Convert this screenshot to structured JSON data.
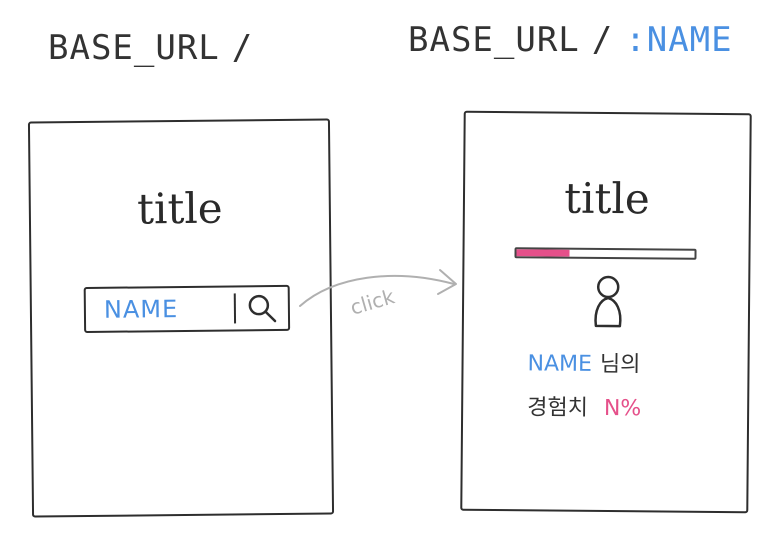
{
  "left_screen": {
    "route": {
      "base": "BASE_URL",
      "slash": "/"
    },
    "title": "title",
    "search": {
      "text": "NAME",
      "icon": "search-icon"
    }
  },
  "transition": {
    "label": "click"
  },
  "right_screen": {
    "route": {
      "base": "BASE_URL",
      "slash": "/",
      "param": ":NAME"
    },
    "title": "title",
    "progress": 0.3,
    "avatar_icon": "person-icon",
    "name_line": {
      "name": "NAME",
      "suffix": "님의"
    },
    "exp_line": {
      "label": "경험치",
      "value": "N%"
    }
  },
  "colors": {
    "accent_blue": "#4a90e2",
    "accent_pink": "#e5508a",
    "ink": "#2e2e2e",
    "muted": "#b0b0b0"
  }
}
